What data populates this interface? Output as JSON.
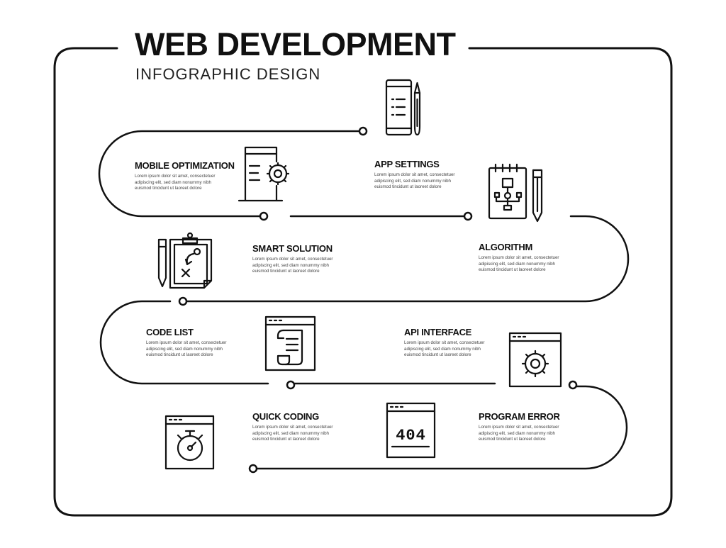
{
  "header": {
    "title": "WEB DEVELOPMENT",
    "subtitle": "INFOGRAPHIC DESIGN"
  },
  "steps": [
    {
      "title": "MOBILE OPTIMIZATION",
      "body": "Lorem ipsum dolor sit amet, consectetuer adipiscing elit, sed diam nonummy nibh euismod tincidunt ut laoreet dolore",
      "icon": "mobile-settings-icon"
    },
    {
      "title": "APP SETTINGS",
      "body": "Lorem ipsum dolor sit amet, consectetuer adipiscing elit, sed diam nonummy nibh euismod tincidunt ut laoreet dolore",
      "icon": "mobile-document-pen-icon"
    },
    {
      "title": "SMART SOLUTION",
      "body": "Lorem ipsum dolor sit amet, consectetuer adipiscing elit, sed diam nonummy nibh euismod tincidunt ut laoreet dolore",
      "icon": "clipboard-strategy-icon"
    },
    {
      "title": "ALGORITHM",
      "body": "Lorem ipsum dolor sit amet, consectetuer adipiscing elit, sed diam nonummy nibh euismod tincidunt ut laoreet dolore",
      "icon": "notepad-flowchart-icon"
    },
    {
      "title": "CODE LIST",
      "body": "Lorem ipsum dolor sit amet, consectetuer adipiscing elit, sed diam nonummy nibh euismod tincidunt ut laoreet dolore",
      "icon": "browser-scroll-icon"
    },
    {
      "title": "API INTERFACE",
      "body": "Lorem ipsum dolor sit amet, consectetuer adipiscing elit, sed diam nonummy nibh euismod tincidunt ut laoreet dolore",
      "icon": "browser-gear-icon"
    },
    {
      "title": "QUICK CODING",
      "body": "Lorem ipsum dolor sit amet, consectetuer adipiscing elit, sed diam nonummy nibh euismod tincidunt ut laoreet dolore",
      "icon": "browser-stopwatch-icon"
    },
    {
      "title": "PROGRAM ERROR",
      "body": "Lorem ipsum dolor sit amet, consectetuer adipiscing elit, sed diam nonummy nibh euismod tincidunt ut laoreet dolore",
      "icon": "browser-404-icon"
    }
  ],
  "icon_labels": {
    "error_code": "404"
  },
  "colors": {
    "line": "#111111",
    "background": "#ffffff"
  }
}
